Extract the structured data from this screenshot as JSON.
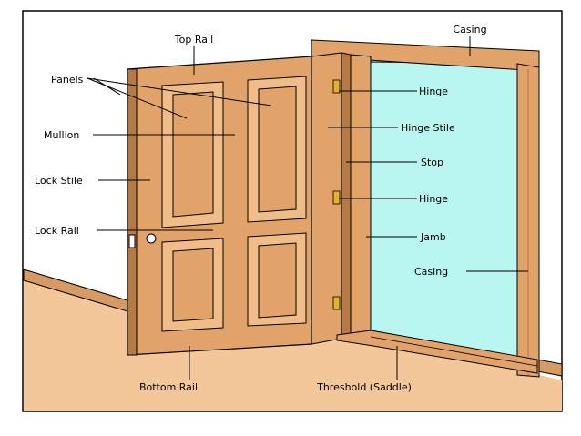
{
  "labels": {
    "top_rail": "Top Rail",
    "casing_top": "Casing",
    "panels": "Panels",
    "hinge_upper": "Hinge",
    "mullion": "Mullion",
    "hinge_stile": "Hinge Stile",
    "stop": "Stop",
    "lock_stile": "Lock Stile",
    "hinge_lower": "Hinge",
    "lock_rail": "Lock Rail",
    "jamb": "Jamb",
    "casing_side": "Casing",
    "bottom_rail": "Bottom Rail",
    "threshold": "Threshold (Saddle)"
  },
  "colors": {
    "wall": "#ffffff",
    "floor": "#f4c79a",
    "baseboard": "#d89a63",
    "wood": "#e2a36b",
    "wood_dark": "#b57a45",
    "wood_light": "#f0bd88",
    "opening": "#b9f6f2",
    "hinge": "#e0b22e",
    "outline": "#000000"
  }
}
